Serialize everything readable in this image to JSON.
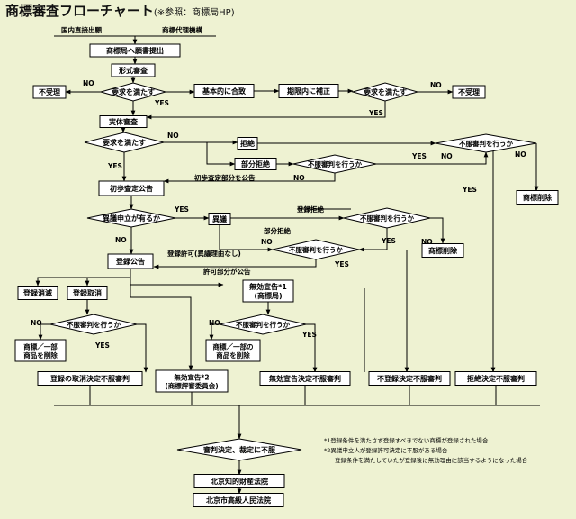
{
  "title": {
    "main": "商標審査フローチャート",
    "sub": "(※参照：商標局HP)"
  },
  "nodes": {
    "domestic": "国内直接出願",
    "agent": "商標代理機構",
    "apply": "商標局へ願書提出",
    "formal": "形式審査",
    "reject1": "不受理",
    "req1": "要求を満たす",
    "basic_ok": "基本的に合致",
    "amend": "期限内に補正",
    "req2": "要求を満たす",
    "reject2": "不受理",
    "substantive": "実体審査",
    "req3": "要求を満たす",
    "refuse": "拒絶",
    "partial_refuse": "部分拒絶",
    "appeal_q1": "不服審判を行うか",
    "appeal_q2": "不服審判を行うか",
    "prelim_pub": "初歩査定公告",
    "opposition_q": "異議申立が有るか",
    "opposition": "異議",
    "appeal_q3": "不服審判を行うか",
    "appeal_q4": "不服審判を行うか",
    "delete1": "商標削除",
    "delete2": "商標削除",
    "reg_pub": "登録公告",
    "reg_cancel": "登録消滅",
    "reg_revoke": "登録取消",
    "invalid_office": "無効宣告*1\n(商標局)",
    "appeal_q5": "不服審判を行うか",
    "appeal_q6": "不服審判を行うか",
    "partial_del1": "商標／一部\n商品を削除",
    "partial_del2": "商標／一部の\n商品を削除",
    "revoke_decision": "登録の取消決定不服審判",
    "invalid_board": "無効宣告*2\n(商標評審委員会)",
    "invalid_decision": "無効宣告決定不服審判",
    "nonreg_decision": "不登録決定不服審判",
    "refuse_decision": "拒絶決定不服審判",
    "judgment_q": "審判決定、裁定に不服",
    "ip_court": "北京知的財産法院",
    "high_court": "北京市高級人民法院"
  },
  "labels": {
    "no": "NO",
    "yes": "YES",
    "partial_prelim": "初歩査定部分を公告",
    "reg_refusal": "登録拒絶",
    "partial_refuse_lbl": "部分拒絶",
    "reg_permit": "登録許可(異議理由なし)",
    "permit_partial": "許可部分が公告"
  },
  "notes": [
    "*1登録条件を満たさず登録すべきでない商標が登録された場合",
    "*2異議申立人が登録許可決定に不服がある場合",
    "登録条件を満たしていたが登録後に無効理由に該当するようになった場合"
  ],
  "colors": {
    "background": "#eef2d2",
    "box_fill": "#ffffff",
    "stroke": "#000000"
  }
}
